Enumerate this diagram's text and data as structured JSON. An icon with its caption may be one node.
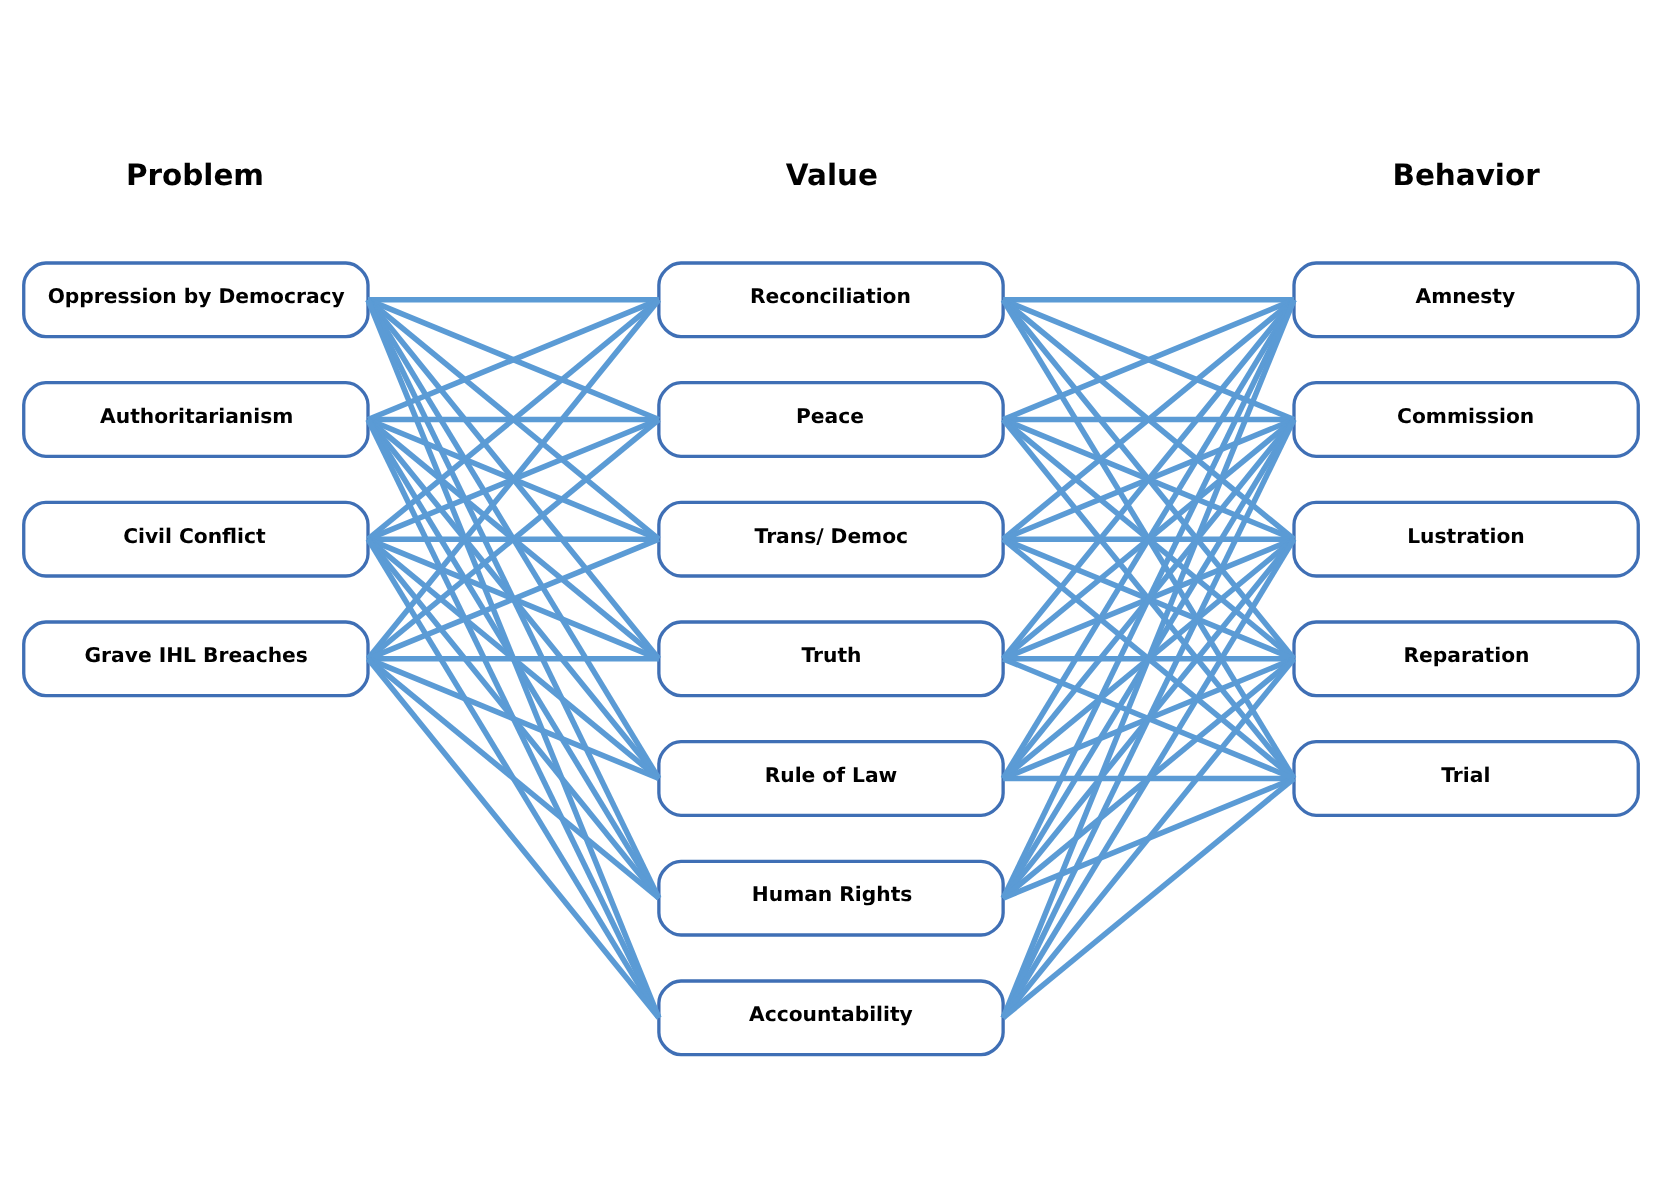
{
  "diagram": {
    "nodes": [
      {
        "text": [
          "Oppression by Democracy"
        ]
      },
      {
        "text": [
          "Authoritarianism"
        ]
      },
      {
        "text": [
          "Civil Conflict"
        ]
      },
      {
        "text": [
          "Grave IHL Breaches"
        ]
      },
      {
        "text": [
          "Reconciliation"
        ]
      },
      {
        "text": [
          "Peace"
        ]
      },
      {
        "text": [
          "Trans/ Democ"
        ]
      },
      {
        "text": [
          "Truth"
        ]
      },
      {
        "text": [
          "Rule of Law"
        ]
      },
      {
        "text": [
          "Human Rights"
        ]
      },
      {
        "text": [
          "Accountability"
        ]
      },
      {
        "text": [
          "Amnesty"
        ]
      },
      {
        "text": [
          "Commission"
        ]
      },
      {
        "text": [
          "Lustration"
        ]
      },
      {
        "text": [
          "Reparation"
        ]
      },
      {
        "text": [
          "Trial"
        ]
      }
    ],
    "edges": [
      {
        "from": 0,
        "to": 4,
        "arrow": "none"
      },
      {
        "from": 0,
        "to": 5,
        "arrow": "none"
      },
      {
        "from": 0,
        "to": 6,
        "arrow": "none"
      },
      {
        "from": 0,
        "to": 7,
        "arrow": "none"
      },
      {
        "from": 0,
        "to": 8,
        "arrow": "none"
      },
      {
        "from": 0,
        "to": 9,
        "arrow": "none"
      },
      {
        "from": 0,
        "to": 10,
        "arrow": "none"
      },
      {
        "from": 1,
        "to": 4,
        "arrow": "none"
      },
      {
        "from": 1,
        "to": 5,
        "arrow": "none"
      },
      {
        "from": 1,
        "to": 6,
        "arrow": "none"
      },
      {
        "from": 1,
        "to": 7,
        "arrow": "none"
      },
      {
        "from": 1,
        "to": 8,
        "arrow": "none"
      },
      {
        "from": 1,
        "to": 9,
        "arrow": "none"
      },
      {
        "from": 1,
        "to": 10,
        "arrow": "none"
      },
      {
        "from": 2,
        "to": 4,
        "arrow": "none"
      },
      {
        "from": 2,
        "to": 5,
        "arrow": "none"
      },
      {
        "from": 2,
        "to": 6,
        "arrow": "none"
      },
      {
        "from": 2,
        "to": 7,
        "arrow": "none"
      },
      {
        "from": 2,
        "to": 8,
        "arrow": "none"
      },
      {
        "from": 2,
        "to": 9,
        "arrow": "none"
      },
      {
        "from": 2,
        "to": 10,
        "arrow": "none"
      },
      {
        "from": 3,
        "to": 4,
        "arrow": "none"
      },
      {
        "from": 3,
        "to": 5,
        "arrow": "none"
      },
      {
        "from": 3,
        "to": 6,
        "arrow": "none"
      },
      {
        "from": 3,
        "to": 7,
        "arrow": "none"
      },
      {
        "from": 3,
        "to": 8,
        "arrow": "none"
      },
      {
        "from": 3,
        "to": 9,
        "arrow": "none"
      },
      {
        "from": 3,
        "to": 10,
        "arrow": "none"
      },
      {
        "from": 4,
        "to": 11,
        "arrow": "none"
      },
      {
        "from": 4,
        "to": 12,
        "arrow": "none"
      },
      {
        "from": 4,
        "to": 13,
        "arrow": "none"
      },
      {
        "from": 4,
        "to": 14,
        "arrow": "none"
      },
      {
        "from": 4,
        "to": 15,
        "arrow": "none"
      },
      {
        "from": 5,
        "to": 11,
        "arrow": "none"
      },
      {
        "from": 5,
        "to": 12,
        "arrow": "none"
      },
      {
        "from": 5,
        "to": 13,
        "arrow": "none"
      },
      {
        "from": 5,
        "to": 14,
        "arrow": "none"
      },
      {
        "from": 5,
        "to": 15,
        "arrow": "none"
      },
      {
        "from": 6,
        "to": 11,
        "arrow": "none"
      },
      {
        "from": 6,
        "to": 12,
        "arrow": "none"
      },
      {
        "from": 6,
        "to": 13,
        "arrow": "none"
      },
      {
        "from": 6,
        "to": 14,
        "arrow": "none"
      },
      {
        "from": 6,
        "to": 15,
        "arrow": "none"
      },
      {
        "from": 7,
        "to": 11,
        "arrow": "none"
      },
      {
        "from": 7,
        "to": 12,
        "arrow": "none"
      },
      {
        "from": 7,
        "to": 13,
        "arrow": "none"
      },
      {
        "from": 7,
        "to": 14,
        "arrow": "none"
      },
      {
        "from": 7,
        "to": 15,
        "arrow": "none"
      },
      {
        "from": 8,
        "to": 11,
        "arrow": "none"
      },
      {
        "from": 8,
        "to": 12,
        "arrow": "none"
      },
      {
        "from": 8,
        "to": 13,
        "arrow": "none"
      },
      {
        "from": 8,
        "to": 14,
        "arrow": "none"
      },
      {
        "from": 8,
        "to": 15,
        "arrow": "none"
      },
      {
        "from": 9,
        "to": 11,
        "arrow": "none"
      },
      {
        "from": 9,
        "to": 12,
        "arrow": "none"
      },
      {
        "from": 9,
        "to": 13,
        "arrow": "none"
      },
      {
        "from": 9,
        "to": 14,
        "arrow": "none"
      },
      {
        "from": 9,
        "to": 15,
        "arrow": "none"
      },
      {
        "from": 10,
        "to": 11,
        "arrow": "none"
      },
      {
        "from": 10,
        "to": 12,
        "arrow": "none"
      },
      {
        "from": 10,
        "to": 13,
        "arrow": "none"
      },
      {
        "from": 10,
        "to": 14,
        "arrow": "none"
      },
      {
        "from": 10,
        "to": 15,
        "arrow": "none"
      }
    ],
    "labels": [
      "Problem",
      "Value",
      "Behavior"
    ]
  }
}
